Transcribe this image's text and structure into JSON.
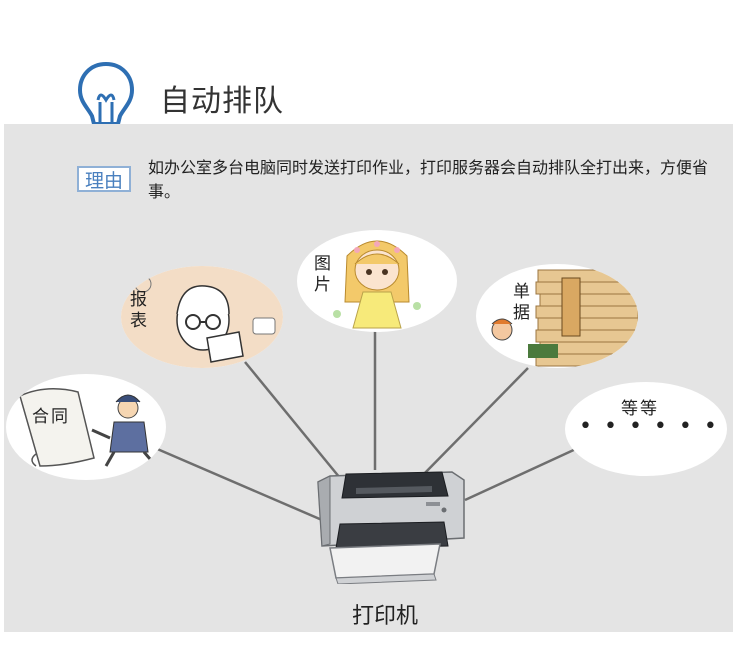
{
  "header": {
    "title": "自动排队"
  },
  "reason": {
    "tag": "理由",
    "text": "如办公室多台电脑同时发送打印作业，打印服务器会自动排队全打出来，方便省事。"
  },
  "sources": {
    "contract": "合同",
    "report": "报表",
    "picture": "图片",
    "receipt": "单据",
    "etc": "等等",
    "dots": "••••••"
  },
  "printer": {
    "label": "打印机"
  },
  "colors": {
    "panel": "#e4e4e4",
    "connector": "#6e6e6e",
    "bulb_outline": "#2e6fb3",
    "tag_text": "#4a80bf"
  }
}
